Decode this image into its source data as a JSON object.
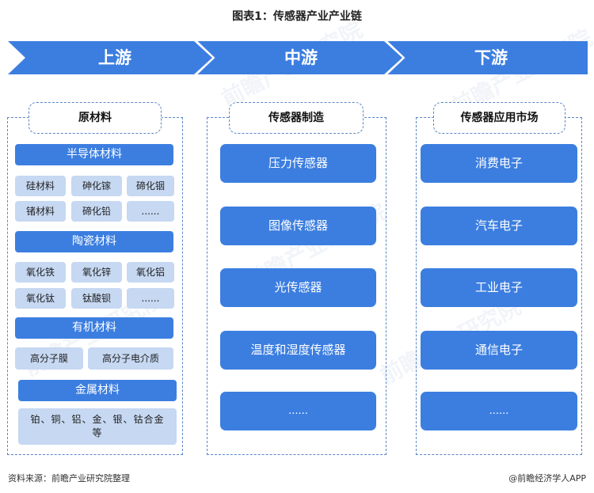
{
  "title": "图表1：传感器产业产业链",
  "stages": [
    "上游",
    "中游",
    "下游"
  ],
  "upstream": {
    "header": "原材料",
    "groups": [
      {
        "name": "半导体材料",
        "items": [
          "硅材料",
          "砷化镓",
          "碲化铟",
          "锗材料",
          "碲化铅",
          "......"
        ]
      },
      {
        "name": "陶瓷材料",
        "items": [
          "氧化铁",
          "氧化锌",
          "氧化铝",
          "氧化钛",
          "钛酸钡",
          "......"
        ]
      },
      {
        "name": "有机材料",
        "items": [
          "高分子膜",
          "高分子电介质"
        ]
      },
      {
        "name": "金属材料",
        "items": [
          "铂、铜、铝、金、银、钴合金等"
        ]
      }
    ]
  },
  "midstream": {
    "header": "传感器制造",
    "items": [
      "压力传感器",
      "图像传感器",
      "光传感器",
      "温度和湿度传感器",
      "......"
    ]
  },
  "downstream": {
    "header": "传感器应用市场",
    "items": [
      "消费电子",
      "汽车电子",
      "工业电子",
      "通信电子",
      "......"
    ]
  },
  "watermark": "前瞻产业研究院",
  "footer": {
    "source": "资料来源：前瞻产业研究院整理",
    "brand": "@前瞻经济学人APP"
  },
  "colors": {
    "banner": "#3c7ee0",
    "chip": "#c6d8f2",
    "border": "#5b86c8"
  }
}
